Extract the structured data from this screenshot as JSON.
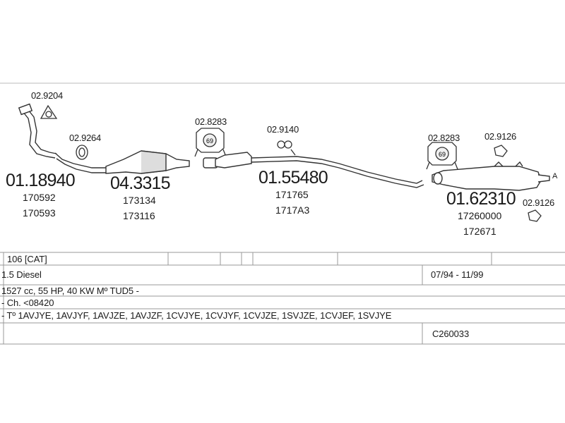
{
  "parts": [
    {
      "id": "p1",
      "bracket": "02.9204",
      "code": "01.18940",
      "refs": [
        "170592",
        "170593"
      ]
    },
    {
      "id": "p2",
      "bracket": "02.9264",
      "code": "04.3315",
      "refs": [
        "173134",
        "173116"
      ]
    },
    {
      "id": "p3",
      "bracket": "02.8283",
      "badge": "69"
    },
    {
      "id": "p4",
      "bracket": "02.9140",
      "code": "01.55480",
      "refs": [
        "171765",
        "1717A3"
      ]
    },
    {
      "id": "p5",
      "bracket": "02.8283",
      "badge": "69"
    },
    {
      "id": "p6",
      "bracket": "02.9126",
      "code": "01.62310",
      "refs": [
        "17260000",
        "172671"
      ]
    },
    {
      "id": "p7",
      "bracket": "02.9126"
    }
  ],
  "end_marker": "A",
  "table": {
    "model": "106  [CAT]",
    "engine": "1.5 Diesel",
    "date_range": "07/94 - 11/99",
    "specs": "1527 cc, 55 HP, 40 KW Mº TUD5 -",
    "chassis": "- Ch. <08420",
    "types": "- Tº 1AVJYE, 1AVJYF, 1AVJZE, 1AVJZF, 1CVJYE, 1CVJYF, 1CVJZE, 1SVJZE, 1CVJEF, 1SVJYE",
    "ref_code": "C260033"
  }
}
